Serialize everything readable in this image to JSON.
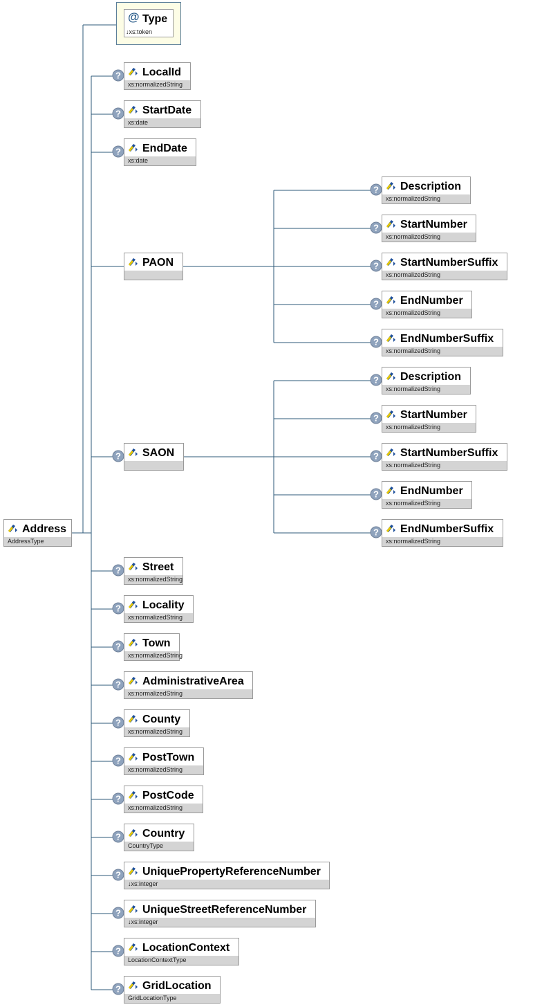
{
  "root": {
    "name": "Address",
    "type": "AddressType"
  },
  "attribute": {
    "symbol": "@",
    "name": "Type",
    "type": "↓xs:token"
  },
  "main_elements": [
    {
      "name": "LocalId",
      "type": "xs:normalizedString",
      "optional": true
    },
    {
      "name": "StartDate",
      "type": "xs:date",
      "optional": true
    },
    {
      "name": "EndDate",
      "type": "xs:date",
      "optional": true
    },
    {
      "name": "PAON",
      "type": "",
      "optional": false
    },
    {
      "name": "SAON",
      "type": "",
      "optional": true
    },
    {
      "name": "Street",
      "type": "xs:normalizedString",
      "optional": true
    },
    {
      "name": "Locality",
      "type": "xs:normalizedString",
      "optional": true
    },
    {
      "name": "Town",
      "type": "xs:normalizedString",
      "optional": true
    },
    {
      "name": "AdministrativeArea",
      "type": "xs:normalizedString",
      "optional": true
    },
    {
      "name": "County",
      "type": "xs:normalizedString",
      "optional": true
    },
    {
      "name": "PostTown",
      "type": "xs:normalizedString",
      "optional": true
    },
    {
      "name": "PostCode",
      "type": "xs:normalizedString",
      "optional": true
    },
    {
      "name": "Country",
      "type": "CountryType",
      "optional": true
    },
    {
      "name": "UniquePropertyReferenceNumber",
      "type": "↓xs:integer",
      "optional": true
    },
    {
      "name": "UniqueStreetReferenceNumber",
      "type": "↓xs:integer",
      "optional": true
    },
    {
      "name": "LocationContext",
      "type": "LocationContextType",
      "optional": true
    },
    {
      "name": "GridLocation",
      "type": "GridLocationType",
      "optional": true
    }
  ],
  "paon_children": [
    {
      "name": "Description",
      "type": "xs:normalizedString",
      "optional": true
    },
    {
      "name": "StartNumber",
      "type": "xs:normalizedString",
      "optional": true
    },
    {
      "name": "StartNumberSuffix",
      "type": "xs:normalizedString",
      "optional": true
    },
    {
      "name": "EndNumber",
      "type": "xs:normalizedString",
      "optional": true
    },
    {
      "name": "EndNumberSuffix",
      "type": "xs:normalizedString",
      "optional": true
    }
  ],
  "saon_children": [
    {
      "name": "Description",
      "type": "xs:normalizedString",
      "optional": true
    },
    {
      "name": "StartNumber",
      "type": "xs:normalizedString",
      "optional": true
    },
    {
      "name": "StartNumberSuffix",
      "type": "xs:normalizedString",
      "optional": true
    },
    {
      "name": "EndNumber",
      "type": "xs:normalizedString",
      "optional": true
    },
    {
      "name": "EndNumberSuffix",
      "type": "xs:normalizedString",
      "optional": true
    }
  ],
  "colors": {
    "line": "#2e5a7a",
    "header_bar": "#d4d4d4",
    "optional_icon": "#8fa3bd",
    "element_icon_yellow": "#e8c800",
    "element_icon_blue": "#1d4f9a"
  }
}
